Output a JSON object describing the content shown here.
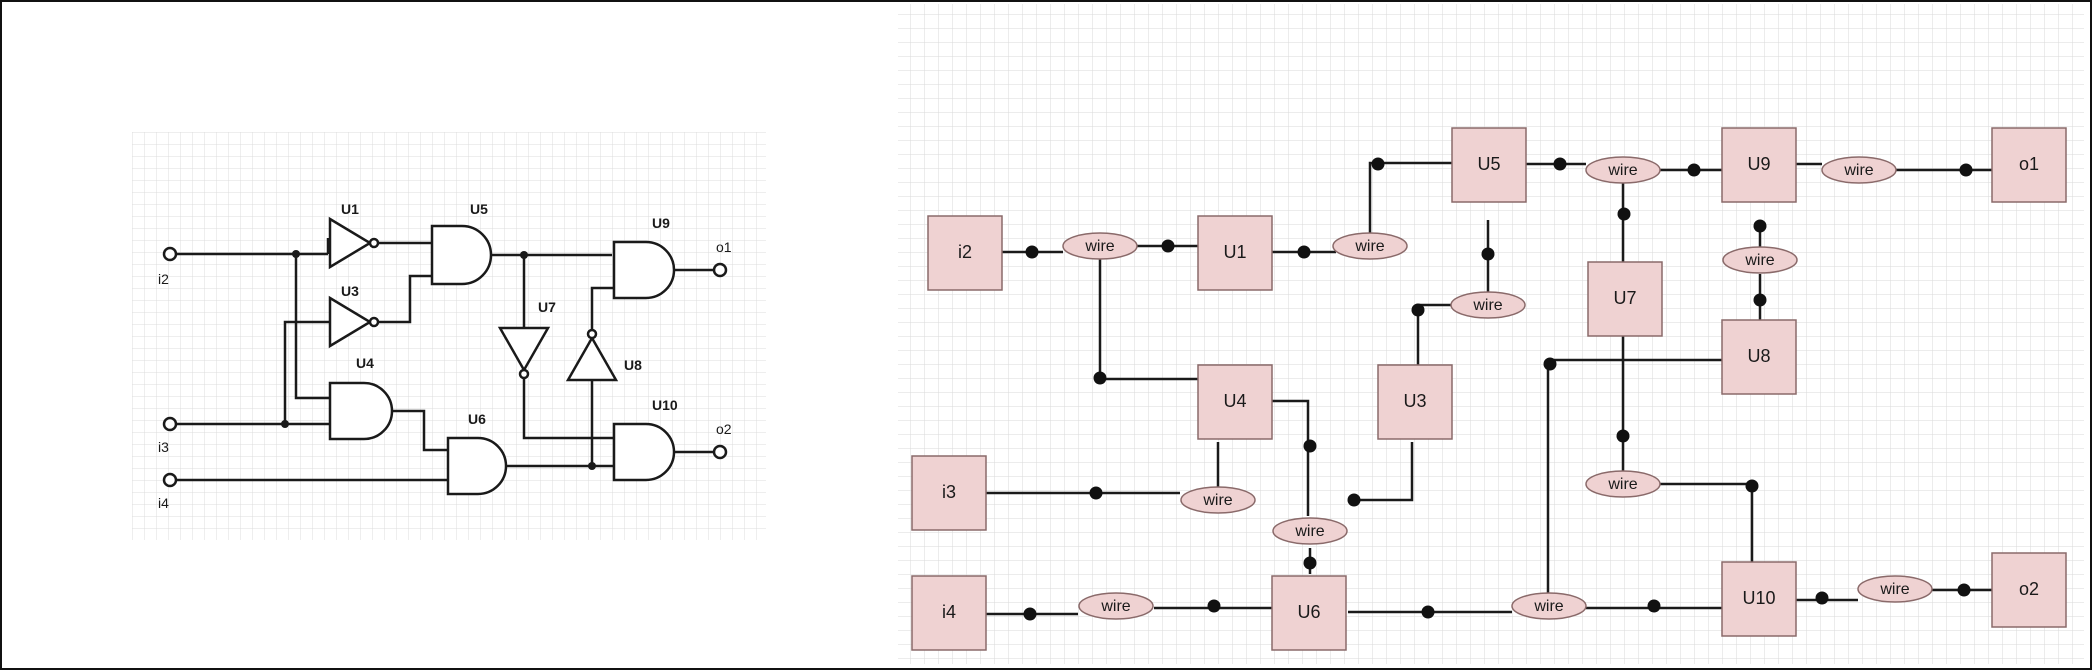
{
  "schematic": {
    "gates": {
      "U1": "U1",
      "U3": "U3",
      "U4": "U4",
      "U5": "U5",
      "U6": "U6",
      "U7": "U7",
      "U8": "U8",
      "U9": "U9",
      "U10": "U10"
    },
    "pins": {
      "i2": "i2",
      "i3": "i3",
      "i4": "i4",
      "o1": "o1",
      "o2": "o2"
    }
  },
  "graph": {
    "wire_label": "wire",
    "nodes": {
      "i2": "i2",
      "i3": "i3",
      "i4": "i4",
      "U1": "U1",
      "U3": "U3",
      "U4": "U4",
      "U5": "U5",
      "U6": "U6",
      "U7": "U7",
      "U8": "U8",
      "U9": "U9",
      "U10": "U10",
      "o1": "o1",
      "o2": "o2"
    }
  },
  "colors": {
    "border": "#111111",
    "line": "#1a1a1a",
    "grid": "#d6d6d6",
    "node_fill": "#efd2d2",
    "node_stroke": "#8a6a6a",
    "wire_fill": "#efd2d2"
  }
}
